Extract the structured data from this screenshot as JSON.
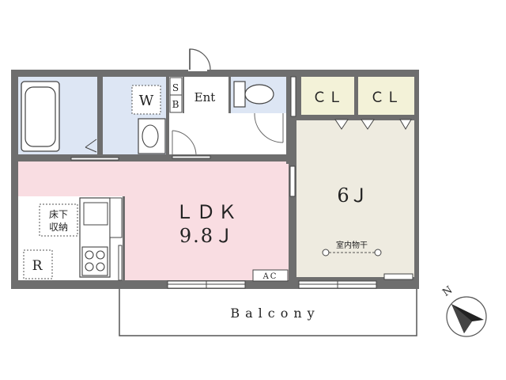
{
  "rooms": {
    "ldk_name": "ＬＤＫ",
    "ldk_size": "9.8Ｊ",
    "bedroom_size": "6Ｊ",
    "entrance": "Ent",
    "shoe_box_s": "S",
    "shoe_box_b": "B",
    "washer": "W",
    "closet_1": "ＣＬ",
    "closet_2": "ＣＬ",
    "balcony": "Balcony",
    "underfloor_storage_line1": "床下",
    "underfloor_storage_line2": "収納",
    "refrigerator": "R",
    "air_conditioner": "AC",
    "indoor_drying": "室内物干"
  },
  "compass": {
    "north_label": "N"
  },
  "colors": {
    "wall": "#6e6e6e",
    "ldk_floor": "#f9dde2",
    "bedroom_floor": "#eeebe0",
    "wet_area_floor": "#dde6f4",
    "closet_floor": "#f3f2d8",
    "background": "#ffffff"
  }
}
